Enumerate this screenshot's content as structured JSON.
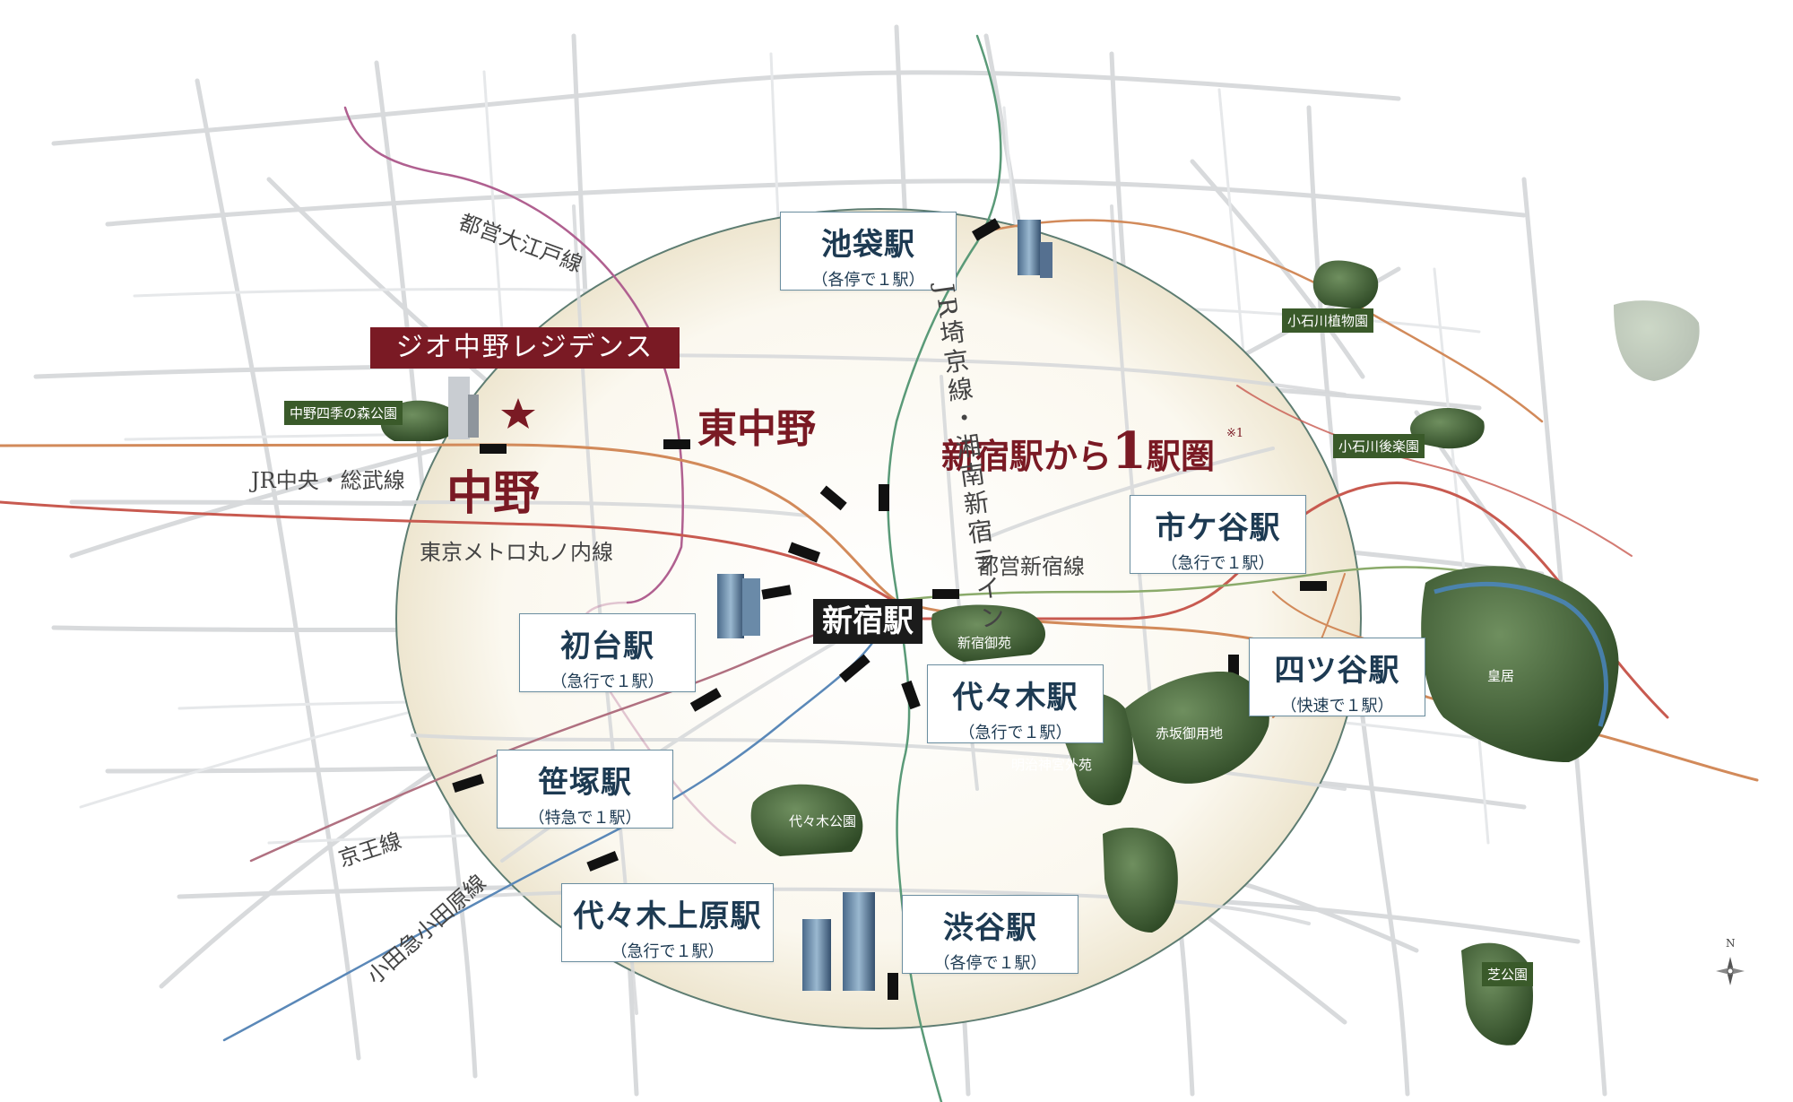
{
  "colors": {
    "accent": "#7a1a24",
    "station_text": "#1d3a52",
    "park_label_bg": "#3a5a2a",
    "road": "#d8dadc",
    "jr_chuo": "#d28a5a",
    "marunouchi": "#c85a50",
    "oedo": "#b06090",
    "saikyo": "#5a9a78",
    "shinjuku_line": "#8aaa6a",
    "odakyu": "#5a88b8",
    "keio": "#b07080"
  },
  "property": {
    "name": "ジオ中野レジデンス",
    "star_icon": "star-icon"
  },
  "headline": {
    "text_a": "新宿駅から",
    "text_num": "1",
    "text_b": "駅圏",
    "note": "※1"
  },
  "areas": {
    "nakano": "中野",
    "higashi_nakano": "東中野"
  },
  "shinjuku": "新宿駅",
  "stations": [
    {
      "name": "池袋駅",
      "sub": "（各停で１駅）"
    },
    {
      "name": "市ケ谷駅",
      "sub": "（急行で１駅）"
    },
    {
      "name": "四ツ谷駅",
      "sub": "（快速で１駅）"
    },
    {
      "name": "代々木駅",
      "sub": "（急行で１駅）"
    },
    {
      "name": "渋谷駅",
      "sub": "（各停で１駅）"
    },
    {
      "name": "代々木上原駅",
      "sub": "（急行で１駅）"
    },
    {
      "name": "笹塚駅",
      "sub": "（特急で１駅）"
    },
    {
      "name": "初台駅",
      "sub": "（急行で１駅）"
    }
  ],
  "lines": {
    "oedo": "都営大江戸線",
    "chuo": "JR中央・総武線",
    "marunouchi": "東京メトロ丸ノ内線",
    "shinjuku": "都営新宿線",
    "saikyo": "JR埼京線・湘南新宿ライン",
    "keio": "京王線",
    "odakyu": "小田急小田原線"
  },
  "parks": [
    "中野四季の森公園",
    "小石川植物園",
    "小石川後楽園",
    "新宿御苑",
    "明治神宮外苑",
    "赤坂御用地",
    "皇居",
    "代々木公園",
    "芝公園"
  ],
  "compass": {
    "label": "N"
  }
}
